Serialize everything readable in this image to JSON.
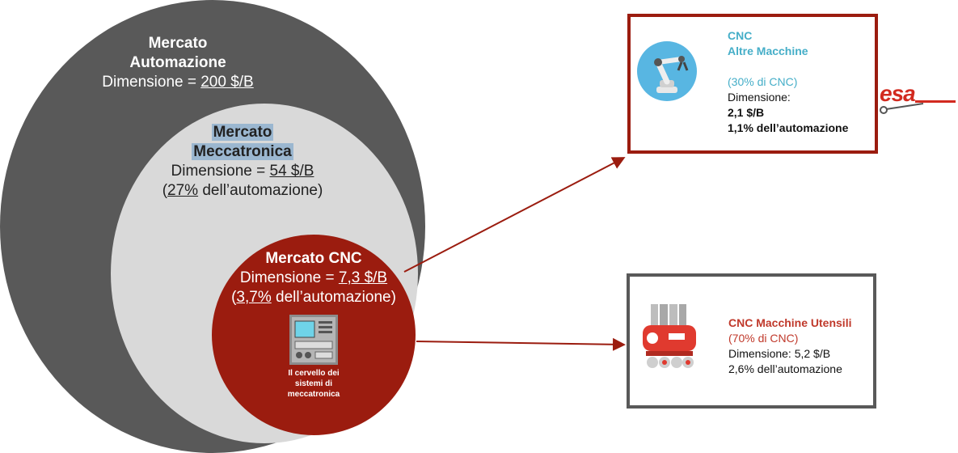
{
  "outer": {
    "title1": "Mercato",
    "title2": "Automazione",
    "dim_prefix": "Dimensione = ",
    "dim_value": "200 $/B"
  },
  "middle": {
    "title1": "Mercato",
    "title2": "Meccatronica",
    "dim_prefix": "Dimensione = ",
    "dim_value": "54 $/B",
    "share_open": "(",
    "share_value": "27%",
    "share_suffix": " dell’automazione)"
  },
  "inner": {
    "title": "Mercato CNC",
    "dim_prefix": "Dimensione = ",
    "dim_value": "7,3 $/B",
    "share_open": "(",
    "share_value": "3,7%",
    "share_suffix": " dell’automazione)",
    "caption1": "Il cervello dei",
    "caption2": "sistemi di",
    "caption3": "meccatronica",
    "icon": "cnc-control-panel-icon"
  },
  "box_other": {
    "title1": "CNC",
    "title2": "Altre Macchine",
    "share": "(30% di CNC)",
    "dim_label": "Dimensione:",
    "dim_value": "2,1 $/B",
    "auto_share": "1,1% dell’automazione",
    "icon": "robot-arm-icon",
    "border_color": "#9b1c0f"
  },
  "box_tools": {
    "title": "CNC Macchine Utensili",
    "share": "(70% di CNC)",
    "dim": "Dimensione: 5,2 $/B",
    "auto_share": "2,6% dell’automazione",
    "icon": "machine-tool-icon",
    "border_color": "#595959"
  },
  "logo": {
    "text": "esa",
    "icon": "esa-logo"
  },
  "colors": {
    "dark_gray": "#595959",
    "light_gray": "#d9d9d9",
    "cnc_red": "#9b1c0f",
    "teal": "#45aec8",
    "highlight": "#9bb7d0"
  }
}
